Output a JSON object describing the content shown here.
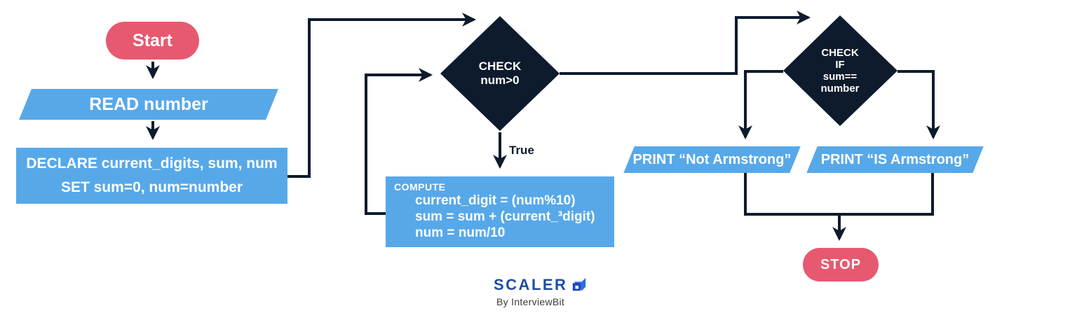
{
  "colors": {
    "shape_blue": "#57A8E9",
    "terminal_pink": "#E7596F",
    "diamond_navy": "#0D1B2D",
    "connector_line": "#0D1B2D",
    "text_white": "#FFFFFF",
    "logo_blue": "#1E4DA3",
    "byline_gray": "#3B3B3B"
  },
  "flowchart": {
    "start": {
      "label": "Start"
    },
    "read": {
      "label": "READ number"
    },
    "declare": {
      "line1": "DECLARE current_digits, sum, num",
      "line2": "SET sum=0, num=number"
    },
    "check_num": {
      "line1": "CHECK",
      "line2": "num>0"
    },
    "true_label": "True",
    "compute": {
      "title": "COMPUTE",
      "line1": "current_digit = (num%10)",
      "line2": "sum = sum + (current_³digit)",
      "line3": "num = num/10"
    },
    "check_sum": {
      "line1": "CHECK",
      "line2": "IF",
      "line3": "sum==",
      "line4": "number"
    },
    "print_not": {
      "label": "PRINT “Not Armstrong”"
    },
    "print_is": {
      "label": "PRINT “IS Armstrong”"
    },
    "stop": {
      "label": "STOP"
    }
  },
  "branding": {
    "logo": "SCALER",
    "byline": "By InterviewBit"
  }
}
